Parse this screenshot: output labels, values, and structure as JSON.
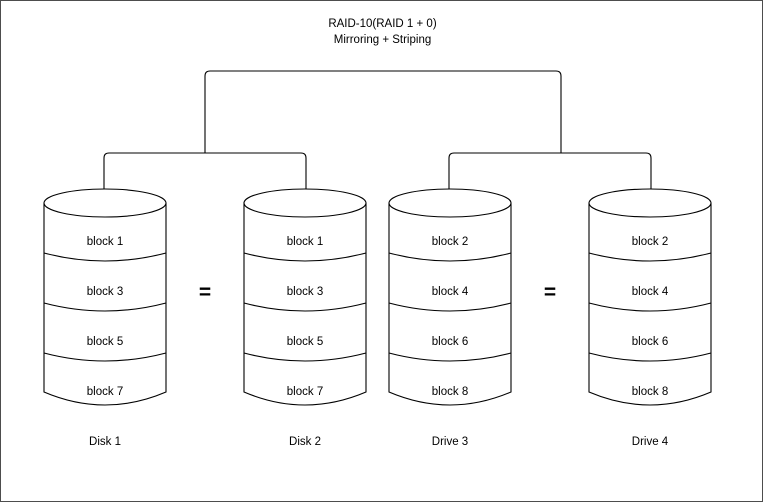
{
  "diagram": {
    "title_line1": "RAID-10(RAID 1 + 0)",
    "title_line2": "Mirroring + Striping",
    "background_color": "#ffffff",
    "stroke_color": "#000000",
    "border_color": "#4d4d4d",
    "equals_symbol_1": "=",
    "equals_symbol_2": "=",
    "disks": [
      {
        "label": "Disk 1",
        "blocks": [
          "block 1",
          "block 3",
          "block 5",
          "block 7"
        ]
      },
      {
        "label": "Disk 2",
        "blocks": [
          "block 1",
          "block 3",
          "block 5",
          "block 7"
        ]
      },
      {
        "label": "Drive 3",
        "blocks": [
          "block 2",
          "block 4",
          "block 6",
          "block 8"
        ]
      },
      {
        "label": "Drive 4",
        "blocks": [
          "block 2",
          "block 4",
          "block 6",
          "block 8"
        ]
      }
    ]
  }
}
